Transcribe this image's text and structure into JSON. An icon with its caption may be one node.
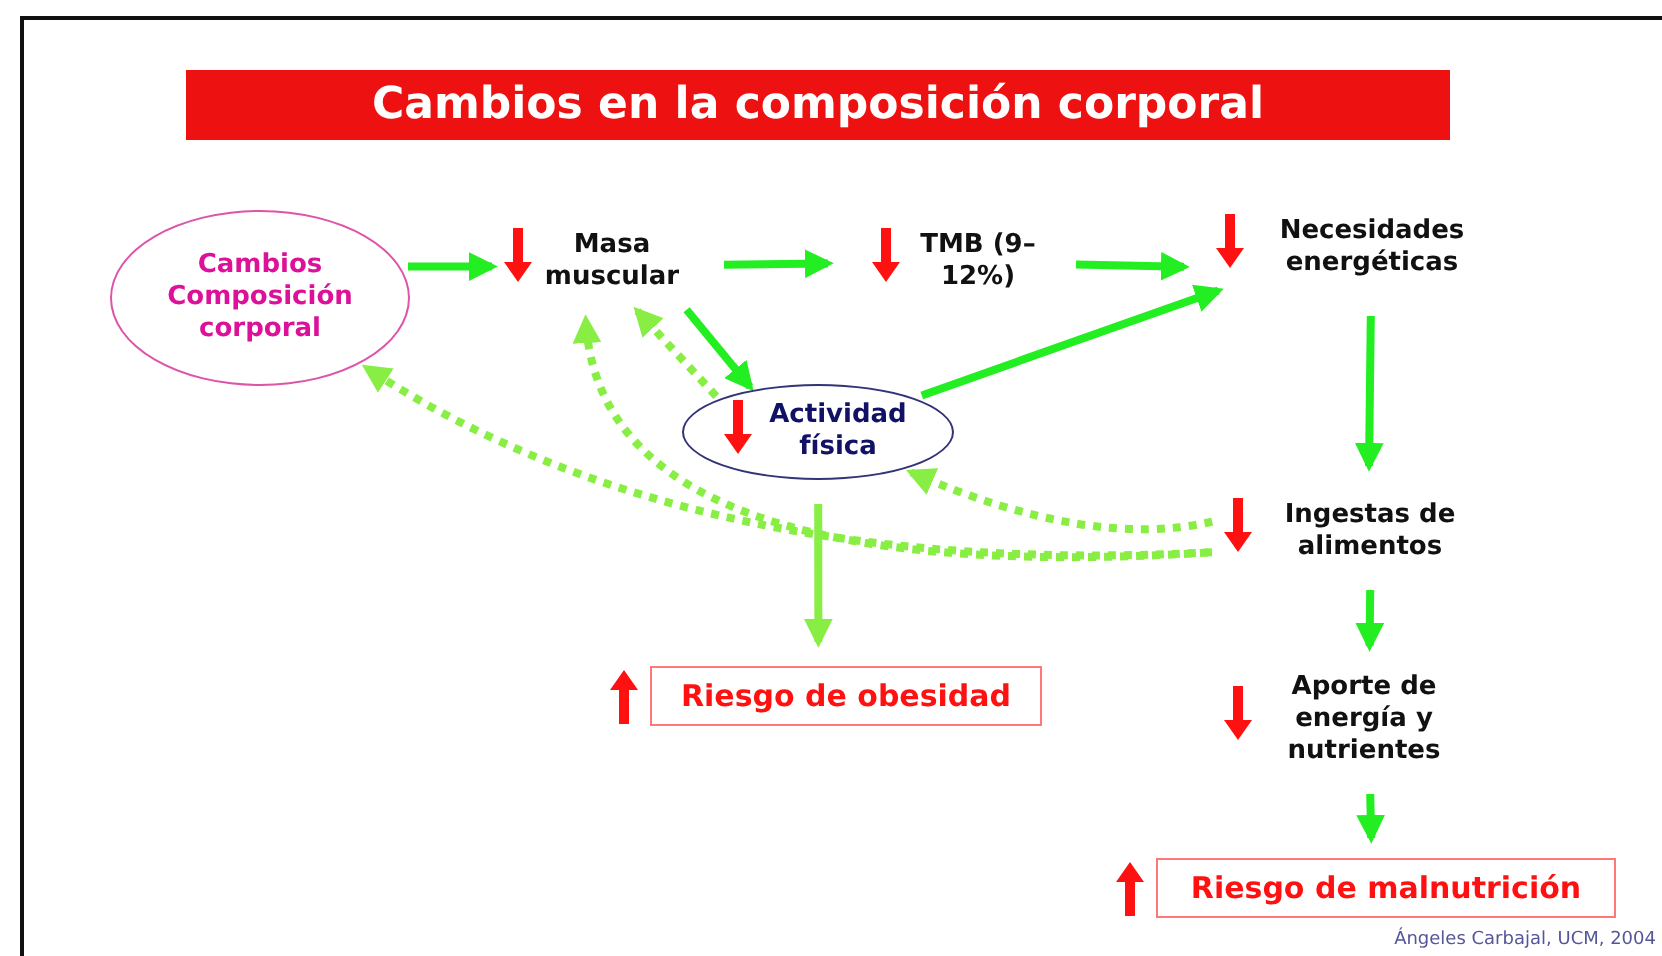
{
  "diagram": {
    "title": "Cambios en la composición corporal",
    "nodes": [
      {
        "text": [
          "Cambios Composición corporal"
        ]
      },
      {
        "text": [
          "Masa muscular"
        ]
      },
      {
        "text": [
          "TMB (9–12%)"
        ]
      },
      {
        "text": [
          "Necesidades energéticas"
        ]
      },
      {
        "text": [
          "Actividad física"
        ]
      },
      {
        "text": [
          "Ingestas de alimentos"
        ]
      },
      {
        "text": [
          "Riesgo de obesidad"
        ]
      },
      {
        "text": [
          "Aporte de energía y nutrientes"
        ]
      },
      {
        "text": [
          "Riesgo de malnutrición"
        ]
      }
    ],
    "edges": [
      {
        "from": 0,
        "to": 1,
        "arrow": "to"
      },
      {
        "from": 1,
        "to": 2,
        "arrow": "to"
      },
      {
        "from": 2,
        "to": 3,
        "arrow": "to"
      },
      {
        "from": 1,
        "to": 4,
        "arrow": "to"
      },
      {
        "from": 4,
        "to": 1,
        "arrow": "to",
        "style": "dashed",
        "color": "#88ee44"
      },
      {
        "from": 4,
        "to": 3,
        "arrow": "to"
      },
      {
        "from": 3,
        "to": 5,
        "arrow": "to"
      },
      {
        "from": 5,
        "to": 4,
        "arrow": "to",
        "style": "dashed",
        "color": "#88ee44"
      },
      {
        "from": 5,
        "to": 1,
        "arrow": "to",
        "style": "dashed",
        "color": "#88ee44"
      },
      {
        "from": 5,
        "to": 0,
        "arrow": "to",
        "style": "dashed",
        "color": "#88ee44"
      },
      {
        "from": 4,
        "to": 6,
        "arrow": "to",
        "color": "#88ee44"
      },
      {
        "from": 5,
        "to": 7,
        "arrow": "to"
      },
      {
        "from": 7,
        "to": 8,
        "arrow": "to"
      }
    ],
    "labels": [
      "Ángeles Carbajal, UCM, 2004"
    ]
  }
}
